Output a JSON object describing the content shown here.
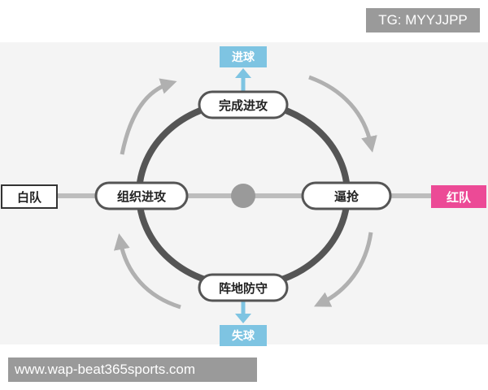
{
  "watermark": {
    "top_right": "TG: MYYJJPP",
    "bottom_left": "www.wap-beat365sports.com"
  },
  "diagram": {
    "nodes": {
      "top": "完成进攻",
      "left": "组织进攻",
      "right": "逼抢",
      "bottom": "阵地防守"
    },
    "outcomes": {
      "score": "进球",
      "concede": "失球"
    },
    "teams": {
      "white": "白队",
      "red": "红队"
    }
  },
  "colors": {
    "ring": "#555555",
    "axis": "#bdbdbd",
    "arrow": "#b0b0b0",
    "outcome_box": "#7ec4e2",
    "white_team_border": "#333333",
    "red_team": "#ec4a96"
  }
}
